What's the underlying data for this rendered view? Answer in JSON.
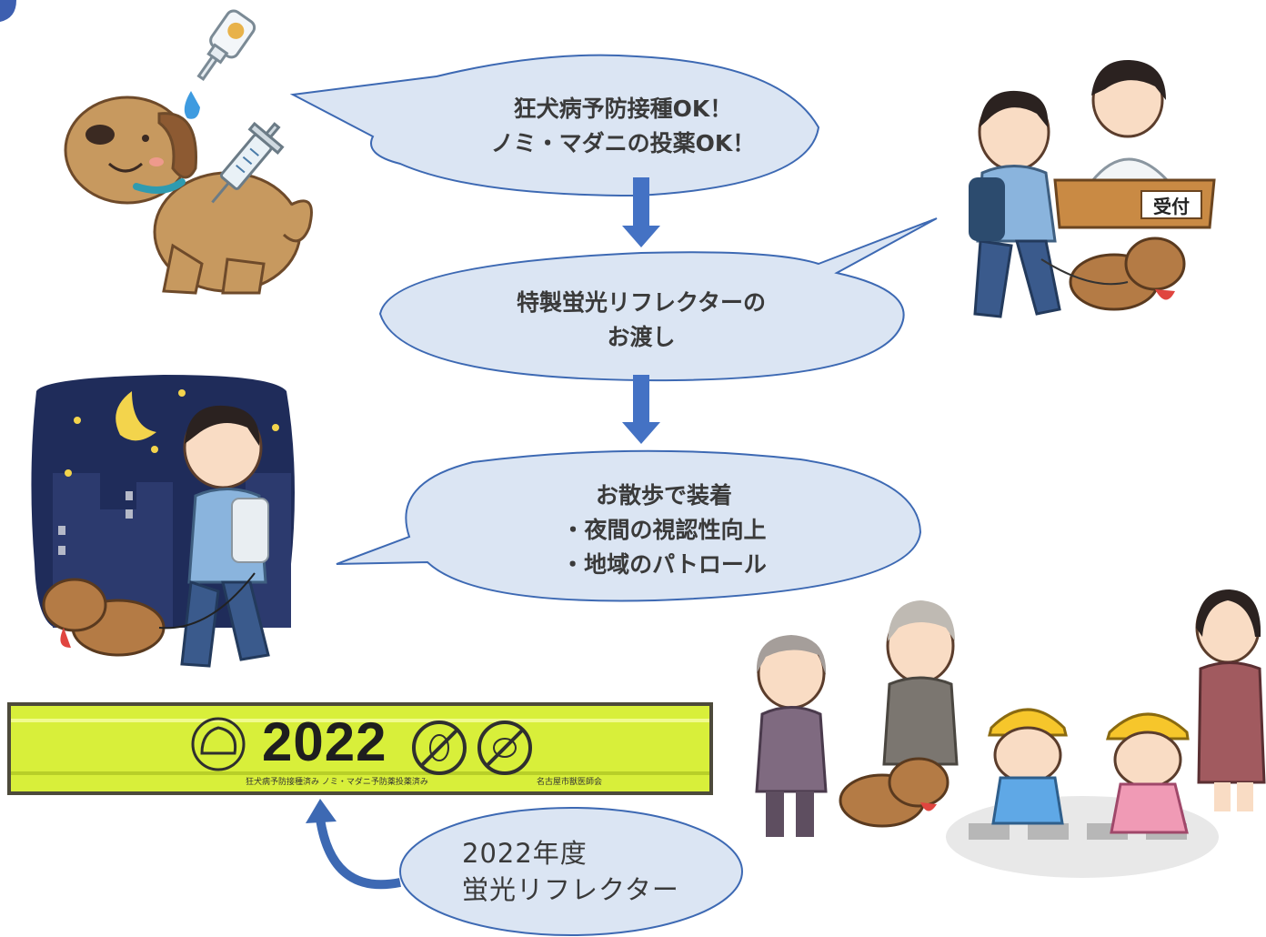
{
  "bubbles": {
    "first": {
      "line1": "狂犬病予防接種OK！",
      "line2": "ノミ・マダニの投薬OK！"
    },
    "second": {
      "line1": "特製蛍光リフレクターの",
      "line2": "お渡し"
    },
    "third": {
      "line1": "お散歩で装着",
      "line2": "・夜間の視認性向上",
      "line3": "・地域のパトロール"
    },
    "fourth": {
      "line1": "2022年度",
      "line2": "蛍光リフレクター"
    }
  },
  "reception_sign": "受付",
  "reflector": {
    "year": "2022",
    "small_left": "狂犬病予防接種済み ノミ・マダニ予防薬投薬済み",
    "small_right": "名古屋市獣医師会"
  },
  "colors": {
    "bubble_fill": "#dbe5f3",
    "bubble_stroke": "#3d69b3",
    "arrow": "#4472c4",
    "reflector": "#d8ef3a",
    "night_sky": "#1f2c5a"
  }
}
